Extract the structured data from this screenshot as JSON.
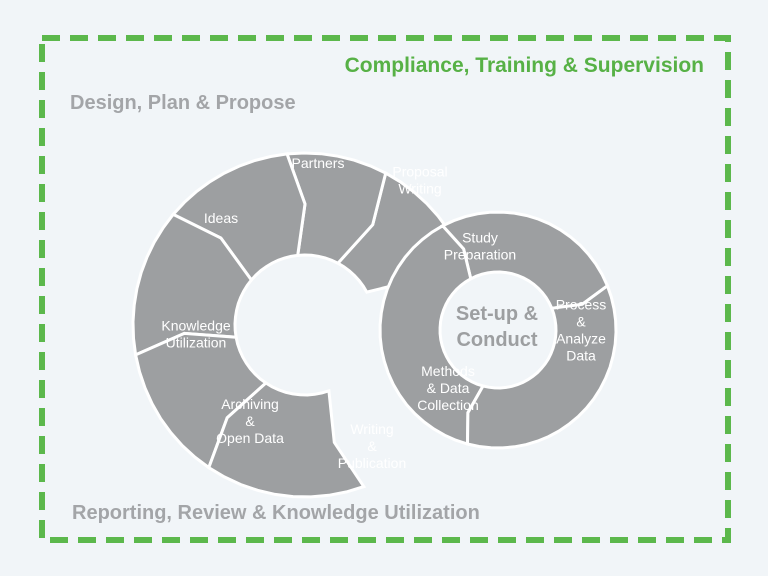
{
  "headings": {
    "compliance": "Compliance, Training & Supervision",
    "design": "Design, Plan & Propose",
    "reporting": "Reporting, Review & Knowledge Utilization"
  },
  "colors": {
    "border": "#5cb84c",
    "segment": "#9d9fa1",
    "background": "#f1f5f8",
    "compliance_text": "#57b146",
    "gray_text": "#a3a5a8"
  },
  "outer_cycle": [
    {
      "lines": [
        "Proposal",
        "Writing"
      ]
    },
    {
      "lines": [
        "Partners"
      ]
    },
    {
      "lines": [
        "Ideas"
      ]
    },
    {
      "lines": [
        "Knowledge",
        "Utilization"
      ]
    },
    {
      "lines": [
        "Archiving",
        "&",
        "Open Data"
      ]
    },
    {
      "lines": [
        "Writing",
        "&",
        "Publication"
      ]
    }
  ],
  "inner_cycle": {
    "center": [
      "Set-up &",
      "Conduct"
    ],
    "segments": [
      {
        "lines": [
          "Study",
          "Preparation"
        ]
      },
      {
        "lines": [
          "Methods",
          "& Data",
          "Collection"
        ]
      },
      {
        "lines": [
          "Process",
          "&",
          "Analyze",
          "Data"
        ]
      }
    ]
  }
}
